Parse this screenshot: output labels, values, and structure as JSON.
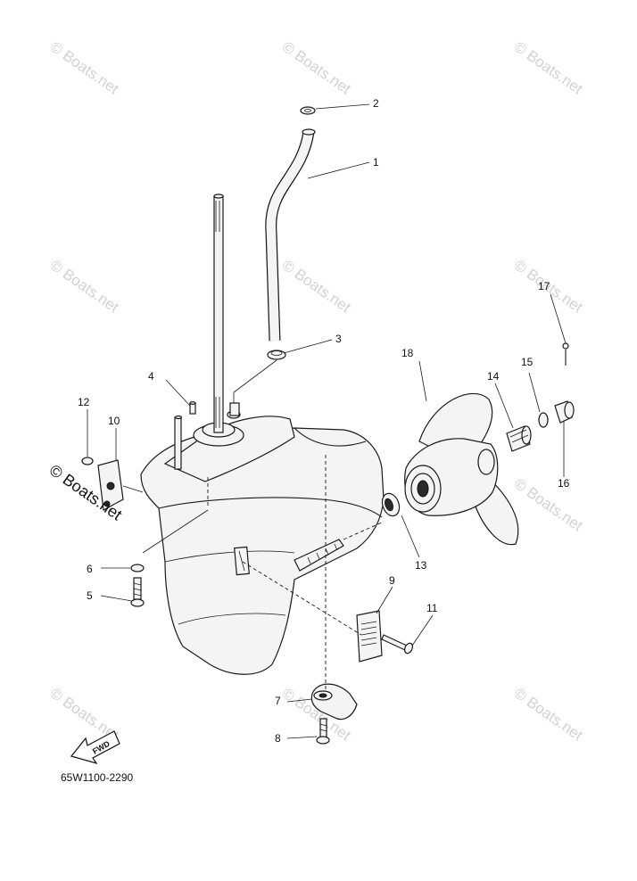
{
  "diagram": {
    "drawing_code": "65W1100-2290",
    "fwd_label": "FWD",
    "watermark_text": "© Boats.net",
    "callouts": [
      "1",
      "2",
      "3",
      "4",
      "5",
      "6",
      "7",
      "8",
      "9",
      "10",
      "11",
      "12",
      "13",
      "14",
      "15",
      "16",
      "17",
      "18"
    ],
    "colors": {
      "line": "#1a1a1a",
      "watermark": "#d2d2d2",
      "background": "#ffffff"
    }
  }
}
